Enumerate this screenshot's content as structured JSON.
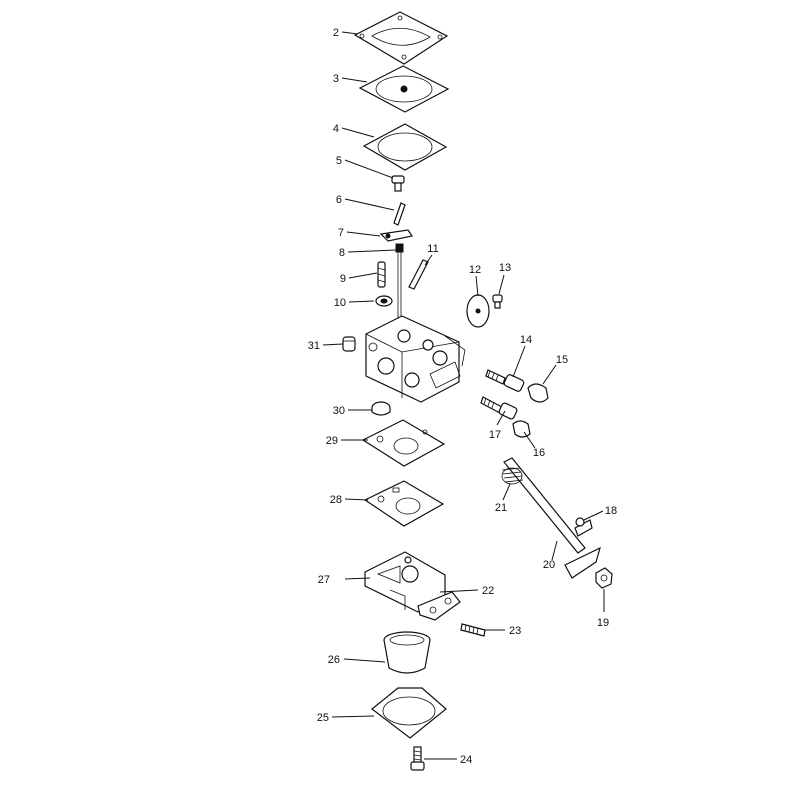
{
  "diagram": {
    "callouts": [
      "2",
      "3",
      "4",
      "5",
      "6",
      "7",
      "8",
      "9",
      "10",
      "11",
      "12",
      "13",
      "14",
      "15",
      "16",
      "17",
      "18",
      "19",
      "20",
      "21",
      "22",
      "23",
      "24",
      "25",
      "26",
      "27",
      "28",
      "29",
      "30",
      "31"
    ]
  }
}
